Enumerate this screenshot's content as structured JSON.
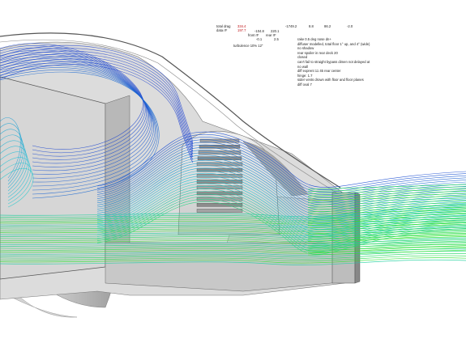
{
  "data_table": {
    "row1": {
      "label": "total drag",
      "values": [
        "334.4",
        "-1749.2",
        "8.8",
        "86.2",
        "-2.0"
      ]
    },
    "row2": {
      "label": "data rF",
      "value": "197.7"
    },
    "row3": {
      "values": [
        "-104.8",
        "220.1"
      ],
      "sublabels": [
        "front rF",
        "rear rF"
      ],
      "subvalues": [
        "-0.1",
        "2.5"
      ]
    },
    "turbulence": "turbulence 10% 12\""
  },
  "notes": [
    "rake 0.5 deg nose dn+",
    "diffuser modelled, total floor 1° up, and 4° (wide)",
    "no shadow",
    "rear spoiler in rear deck 20",
    "closed",
    "can't fail to straight bypass dimen not delayed at",
    "no wall",
    "diff exprent 11 45 rear center",
    "hinge: 1.7",
    "sider vents drown with floor and floor planes",
    "diff oval 7"
  ],
  "colors": {
    "streamline_slow": "#1a3fd0",
    "streamline_mid": "#19c6d6",
    "streamline_fast": "#33e61a",
    "body_grey": "#c9c9c9",
    "value_red": "#c0161a"
  }
}
